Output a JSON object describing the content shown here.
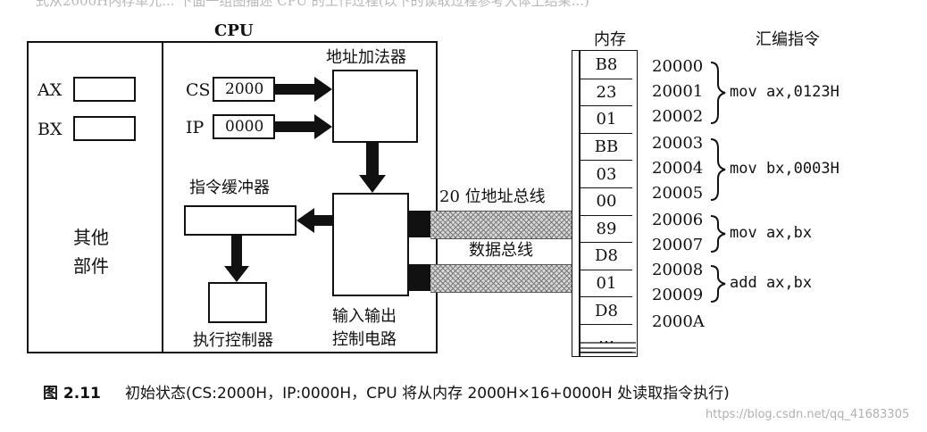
{
  "header_fragment": "式从2000H内存单元... 下面一组图描述 CPU 的工作过程(以下的读取过程参考大体上结果...)",
  "cpu": {
    "title": "CPU",
    "registers": {
      "ax_label": "AX",
      "bx_label": "BX"
    },
    "other_parts": [
      "其他",
      "部件"
    ],
    "cs": {
      "label": "CS",
      "value": "2000"
    },
    "ip": {
      "label": "IP",
      "value": "0000"
    },
    "address_adder": "地址加法器",
    "instruction_buffer": "指令缓冲器",
    "execution_controller": "执行控制器",
    "io_control": [
      "输入输出",
      "控制电路"
    ]
  },
  "buses": {
    "address_bus": "20 位地址总线",
    "data_bus": "数据总线"
  },
  "memory": {
    "title": "内存",
    "cells": [
      "B8",
      "23",
      "01",
      "BB",
      "03",
      "00",
      "89",
      "D8",
      "01",
      "D8",
      "…"
    ],
    "addresses": [
      "20000",
      "20001",
      "20002",
      "20003",
      "20004",
      "20005",
      "20006",
      "20007",
      "20008",
      "20009",
      "2000A"
    ]
  },
  "assembly": {
    "title": "汇编指令",
    "instructions": [
      "mov ax,0123H",
      "mov bx,0003H",
      "mov ax,bx",
      "add ax,bx"
    ]
  },
  "caption": {
    "figure": "图 2.11",
    "text": "初始状态(CS:2000H，IP:0000H，CPU 将从内存 2000H×16+0000H 处读取指令执行)"
  },
  "watermark": "https://blog.csdn.net/qq_41683305"
}
